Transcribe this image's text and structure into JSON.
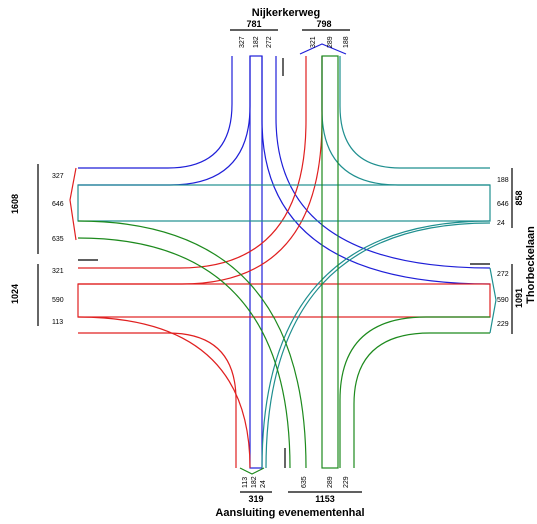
{
  "colors": {
    "north": "#1f1fd8",
    "south": "#1d8a1d",
    "east": "#1f8f8f",
    "west": "#e02020"
  },
  "roads": {
    "north": {
      "name": "Nijkerkerweg",
      "in_total": "781",
      "out_total": "798",
      "in_lanes": [
        "327",
        "182",
        "272"
      ],
      "out_lanes": [
        "321",
        "289",
        "188"
      ]
    },
    "south": {
      "name": "Aansluiting evenementenhal",
      "in_total": "319",
      "out_total": "1153",
      "in_lanes": [
        "113",
        "182",
        "24"
      ],
      "out_lanes": [
        "635",
        "289",
        "229"
      ]
    },
    "west": {
      "in_total": "1608",
      "out_total": "1024",
      "in_lanes": [
        "327",
        "646",
        "635"
      ],
      "out_lanes": [
        "321",
        "590",
        "113"
      ]
    },
    "east": {
      "name": "Thorbeckelaan",
      "in_total": "858",
      "out_total": "1091",
      "in_lanes": [
        "188",
        "646",
        "24"
      ],
      "out_lanes": [
        "272",
        "590",
        "229"
      ]
    }
  }
}
